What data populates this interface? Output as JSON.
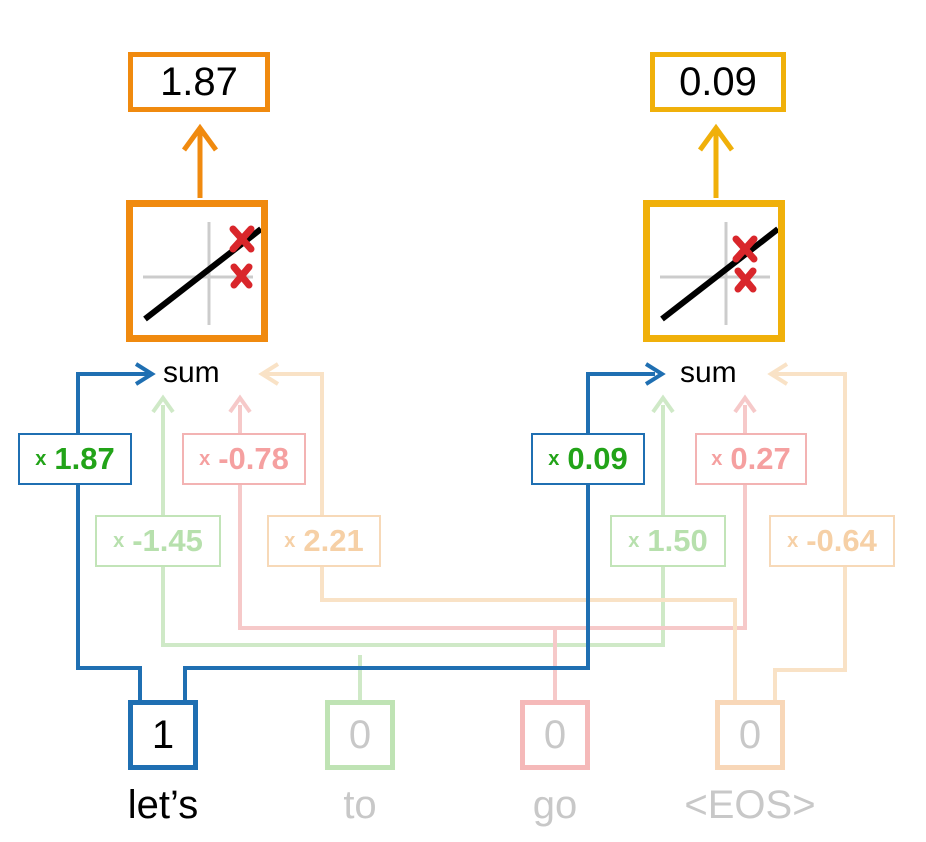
{
  "outputs": [
    {
      "value": "1.87",
      "color": "#f08a0f"
    },
    {
      "value": "0.09",
      "color": "#f0b00a"
    }
  ],
  "sum_label": "sum",
  "weights": {
    "left": [
      {
        "text": "1.87",
        "prefix": "x",
        "color": "#22a318",
        "border": "#1f6fb2",
        "faded": false
      },
      {
        "text": "-0.78",
        "prefix": "x",
        "color": "#f5a0a0",
        "border": "#f3b3b3",
        "faded": true
      },
      {
        "text": "-1.45",
        "prefix": "x",
        "color": "#b7e0ad",
        "border": "#c2e4b8",
        "faded": true
      },
      {
        "text": "2.21",
        "prefix": "x",
        "color": "#f6d0a6",
        "border": "#f7d9b8",
        "faded": true
      }
    ],
    "right": [
      {
        "text": "0.09",
        "prefix": "x",
        "color": "#22a318",
        "border": "#1f6fb2",
        "faded": false
      },
      {
        "text": "0.27",
        "prefix": "x",
        "color": "#f5a0a0",
        "border": "#f3b3b3",
        "faded": true
      },
      {
        "text": "1.50",
        "prefix": "x",
        "color": "#b7e0ad",
        "border": "#c2e4b8",
        "faded": true
      },
      {
        "text": "-0.64",
        "prefix": "x",
        "color": "#f6d0a6",
        "border": "#f7d9b8",
        "faded": true
      }
    ]
  },
  "inputs": [
    {
      "value": "1",
      "token": "let’s",
      "color": "#1f6fb2",
      "active": true
    },
    {
      "value": "0",
      "token": "to",
      "color": "#bfe3b4",
      "active": false
    },
    {
      "value": "0",
      "token": "go",
      "color": "#f5b9b9",
      "active": false
    },
    {
      "value": "0",
      "token": "<EOS>",
      "color": "#f8d7b8",
      "active": false
    }
  ],
  "colors": {
    "blue": "#1f6fb2",
    "green_line": "#cfe9c7",
    "pink_line": "#f6c9c9",
    "peach_line": "#f9e2c6",
    "orange": "#f08a0f",
    "amber": "#f0b00a",
    "red_x": "#d9262b"
  }
}
